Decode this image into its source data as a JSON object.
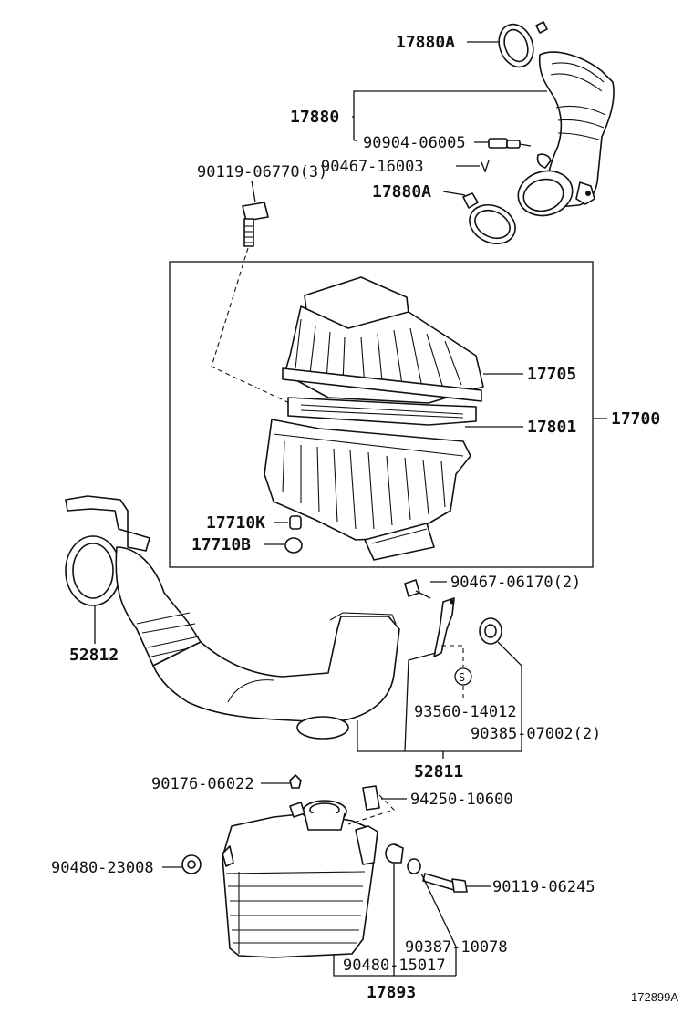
{
  "labels": {
    "p17880A_top": "17880A",
    "p17880": "17880",
    "p90904_06005": "90904-06005",
    "p90467_16003": "90467-16003",
    "p17880A_low": "17880A",
    "p90119_06770": "90119-06770(3)",
    "p17705": "17705",
    "p17801": "17801",
    "p17700": "17700",
    "p17710K": "17710K",
    "p17710B": "17710B",
    "p90467_06170": "90467-06170(2)",
    "p52812": "52812",
    "p93560_14012": "93560-14012",
    "p90385_07002": "90385-07002(2)",
    "p52811": "52811",
    "p90176_06022": "90176-06022",
    "p94250_10600": "94250-10600",
    "p90480_23008": "90480-23008",
    "p90119_06245": "90119-06245",
    "p90387_10078": "90387-10078",
    "p90480_15017": "90480-15017",
    "p17893": "17893",
    "s_mark": "S"
  },
  "figure_id": "172899A"
}
